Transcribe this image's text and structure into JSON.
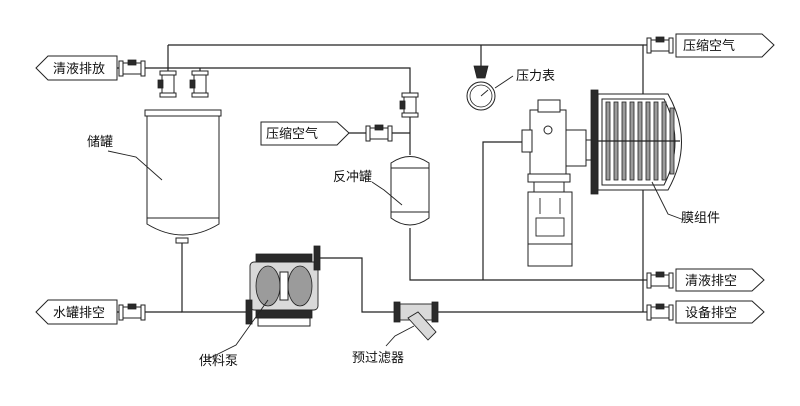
{
  "labels": {
    "drain_clean": "清液排放",
    "compressed_air_top": "压缩空气",
    "pressure_gauge": "压力表",
    "storage_tank": "储罐",
    "compressed_air_mid": "压缩空气",
    "backflush_tank": "反冲罐",
    "membrane_module": "膜组件",
    "clean_empty": "清液排空",
    "water_tank_empty": "水罐排空",
    "equipment_empty": "设备排空",
    "feed_pump": "供料泵",
    "prefilter": "预过滤器"
  },
  "icons": [
    "ball-valve-icon",
    "pressure-gauge-icon",
    "y-strainer-icon",
    "diaphragm-pump-icon",
    "motor-icon"
  ]
}
